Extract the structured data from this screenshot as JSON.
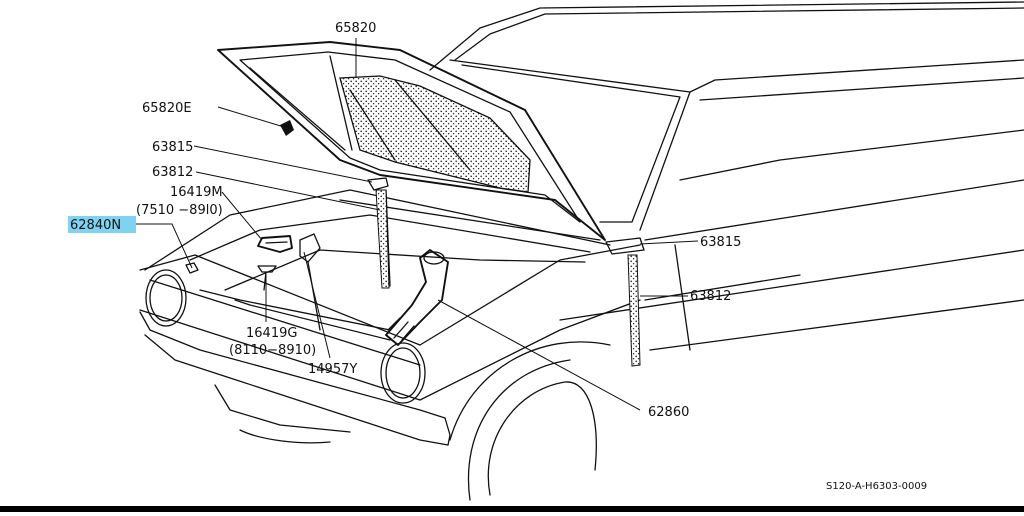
{
  "diagram": {
    "labels": [
      {
        "id": "l65820",
        "text": "65820"
      },
      {
        "id": "l65820e",
        "text": "65820E"
      },
      {
        "id": "l63815a",
        "text": "63815"
      },
      {
        "id": "l63812a",
        "text": "63812"
      },
      {
        "id": "l16419m",
        "text": "16419M"
      },
      {
        "id": "l16419mr",
        "text": "(7510 −89l0)"
      },
      {
        "id": "l62840n",
        "text": "62840N"
      },
      {
        "id": "l63815b",
        "text": "63815"
      },
      {
        "id": "l63812b",
        "text": "63812"
      },
      {
        "id": "l16419g",
        "text": "16419G"
      },
      {
        "id": "l16419gr",
        "text": "(8110−8910)"
      },
      {
        "id": "l14957y",
        "text": "14957Y"
      },
      {
        "id": "l62860",
        "text": "62860"
      }
    ],
    "highlighted_part": "62840N",
    "highlight_color": "#7fd3f0",
    "code": "S120-A-H6303-0009"
  }
}
